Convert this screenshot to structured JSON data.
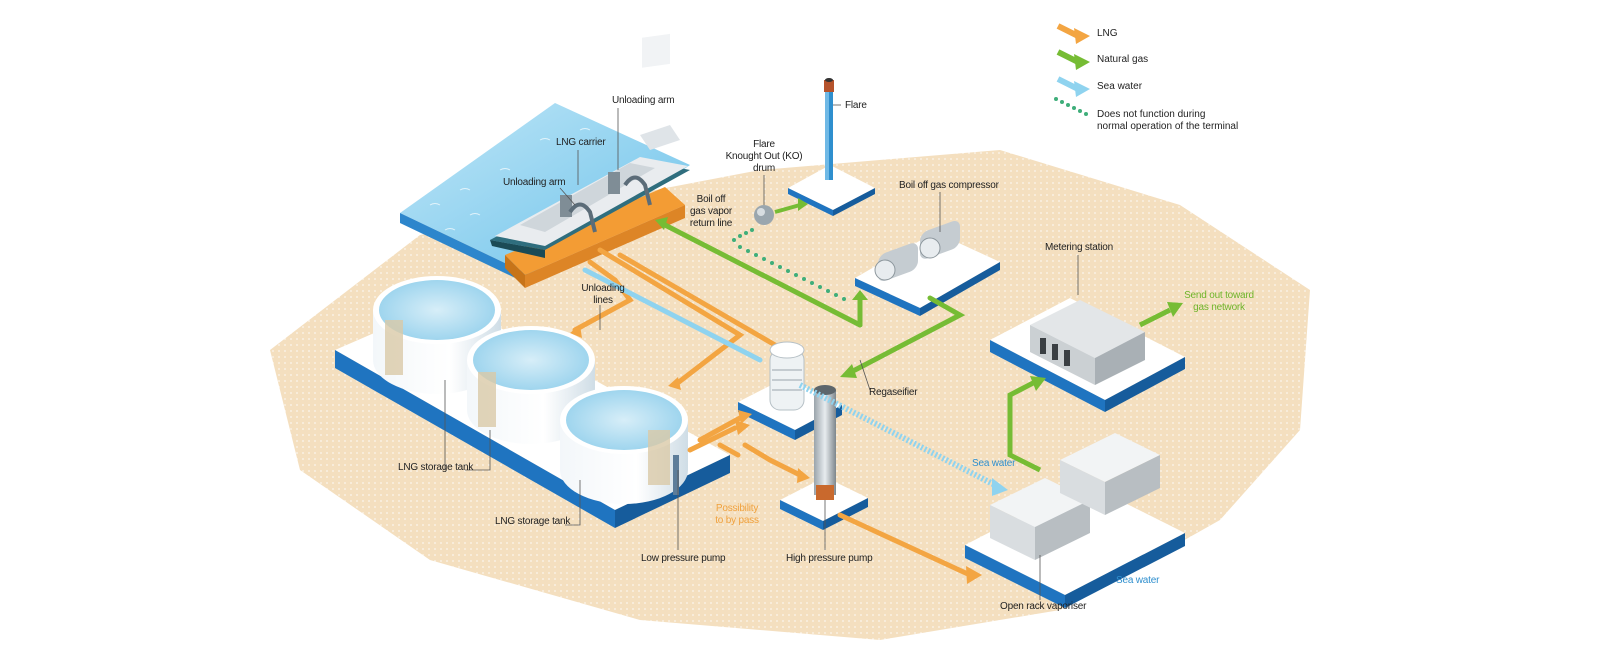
{
  "legend": {
    "lng": "LNG",
    "natural_gas": "Natural gas",
    "sea_water": "Sea water",
    "not_function_line1": "Does not function during",
    "not_function_line2": "normal operation of the terminal"
  },
  "labels": {
    "unloading_arm_top": "Unloading arm",
    "lng_carrier": "LNG carrier",
    "unloading_arm_left": "Unloading arm",
    "flare": "Flare",
    "flare_ko_1": "Flare",
    "flare_ko_2": "Knought Out (KO)",
    "flare_ko_3": "drum",
    "boil_off_vapor_1": "Boil off",
    "boil_off_vapor_2": "gas vapor",
    "boil_off_vapor_3": "return line",
    "boil_off_compressor": "Boil off gas compressor",
    "metering_station": "Metering station",
    "send_out_1": "Send out toward",
    "send_out_2": "gas network",
    "unloading_lines_1": "Unloading",
    "unloading_lines_2": "lines",
    "regaseifier": "Regaseifier",
    "sea_water_mid": "Sea water",
    "lng_storage_tank_1": "LNG storage tank",
    "lng_storage_tank_2": "LNG storage tank",
    "bypass_1": "Possibility",
    "bypass_2": "to by pass",
    "low_pressure_pump": "Low pressure pump",
    "high_pressure_pump": "High pressure pump",
    "sea_water_bottom": "Sea water",
    "open_rack_vaporiser": "Open rack vaporiser"
  },
  "colors": {
    "lng": "#f3a542",
    "natural_gas": "#76bc34",
    "sea_water": "#8fd3ef",
    "platform_blue": "#1f74c0",
    "ground": "#f3dcbc"
  }
}
